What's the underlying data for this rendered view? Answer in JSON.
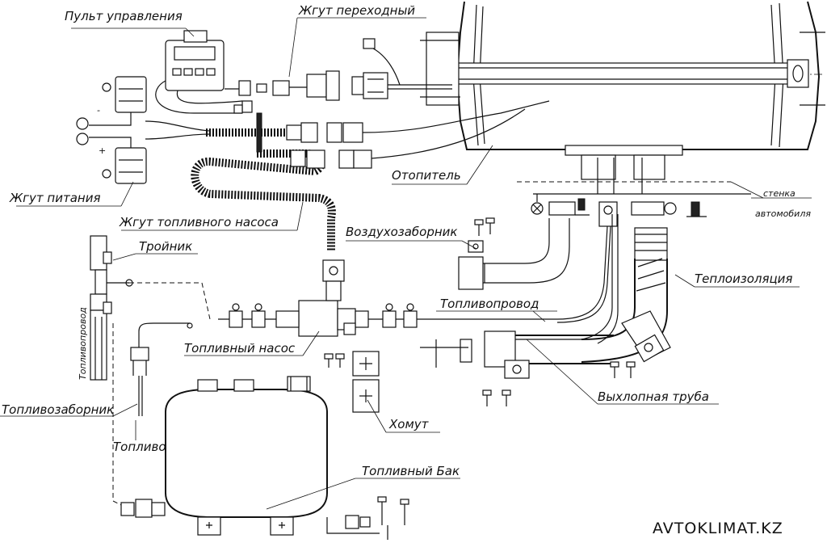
{
  "labels": {
    "control_panel": "Пульт управления",
    "adapter_harness": "Жгут переходный",
    "heater": "Отопитель",
    "power_harness": "Жгут питания",
    "fuel_pump_harness": "Жгут топливного насоса",
    "car_wall_line1": "стенка",
    "car_wall_line2": "автомобиля",
    "air_intake": "Воздухозаборник",
    "tee": "Тройник",
    "insulation": "Теплоизоляция",
    "fuel_line_right": "Топливопровод",
    "fuel_line_vertical": "Топливопровод",
    "fuel_pump": "Топливный насос",
    "exhaust_pipe": "Выхлопная труба",
    "fuel_intake": "Топливозаборник",
    "clamp": "Хомут",
    "fuel": "Топливо",
    "fuel_tank": "Топливный Бак",
    "plus": "+",
    "minus": "-"
  },
  "brand": "AVTOKLIMAT.KZ"
}
